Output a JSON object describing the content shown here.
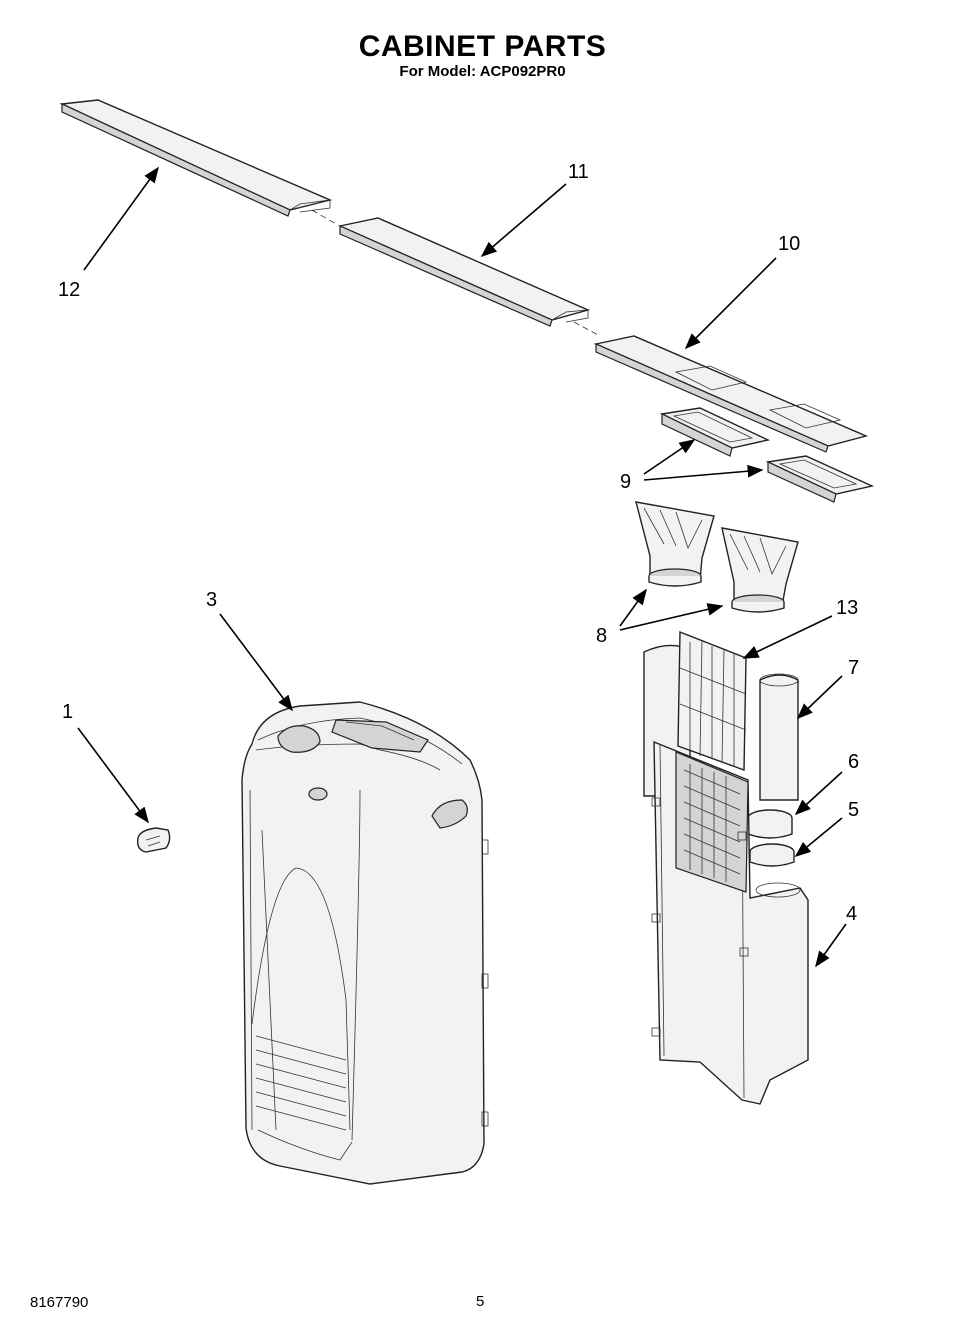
{
  "header": {
    "title": "CABINET PARTS",
    "subtitle": "For Model: ACP092PR0"
  },
  "footer": {
    "document_number": "8167790",
    "page_number": "5"
  },
  "callouts": {
    "c1": "1",
    "c3": "3",
    "c4": "4",
    "c5": "5",
    "c6": "6",
    "c7": "7",
    "c8": "8",
    "c9": "9",
    "c10": "10",
    "c11": "11",
    "c12": "12",
    "c13": "13"
  }
}
